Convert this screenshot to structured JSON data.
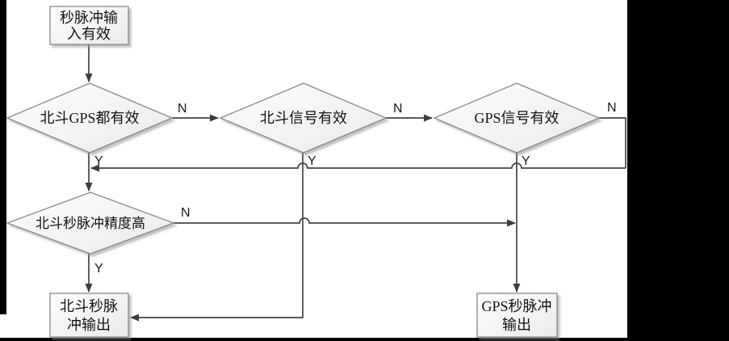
{
  "diagram": {
    "type": "flowchart",
    "background_color": "#ffffff",
    "line_color": "#454545",
    "shape_fill": "#f2f2f2",
    "shape_border": "#8a8a8a",
    "nodes": {
      "start": {
        "shape": "process",
        "lines": [
          "秒脉冲输",
          "入有效"
        ]
      },
      "check_both": {
        "shape": "decision",
        "label": "北斗GPS都有效"
      },
      "check_bd_signal": {
        "shape": "decision",
        "label": "北斗信号有效"
      },
      "check_gps_signal": {
        "shape": "decision",
        "label": "GPS信号有效"
      },
      "check_bd_precision": {
        "shape": "decision",
        "label": "北斗秒脉冲精度高"
      },
      "output_bd": {
        "shape": "process",
        "lines": [
          "北斗秒脉",
          "冲输出"
        ]
      },
      "output_gps": {
        "shape": "process",
        "lines": [
          "GPS秒脉冲",
          "输出"
        ]
      }
    },
    "edge_labels": {
      "check_both_n": "N",
      "check_both_y": "Y",
      "check_bd_signal_n": "N",
      "check_bd_signal_y": "Y",
      "check_gps_signal_n": "N",
      "check_gps_signal_y": "Y",
      "check_bd_precision_n": "N",
      "check_bd_precision_y": "Y"
    }
  }
}
